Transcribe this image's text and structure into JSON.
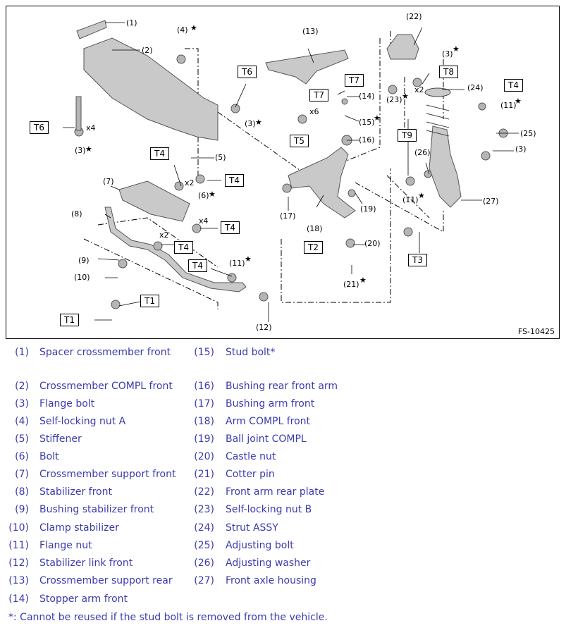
{
  "figure_id": "FS-10425",
  "callouts": {
    "c1": "(1)",
    "c2": "(2)",
    "c3a": "(3)",
    "c3b": "(3)",
    "c3c": "(3)",
    "c3d": "(3)",
    "c4": "(4)",
    "c5": "(5)",
    "c6": "(6)",
    "c7": "(7)",
    "c8": "(8)",
    "c9": "(9)",
    "c10": "(10)",
    "c11a": "(11)",
    "c11b": "(11)",
    "c11c": "(11)",
    "c12": "(12)",
    "c13": "(13)",
    "c14": "(14)",
    "c15": "(15)",
    "c16": "(16)",
    "c17": "(17)",
    "c18": "(18)",
    "c19": "(19)",
    "c20": "(20)",
    "c21": "(21)",
    "c22": "(22)",
    "c23": "(23)",
    "c24": "(24)",
    "c25": "(25)",
    "c26": "(26)",
    "c27": "(27)",
    "x4a": "x4",
    "x2a": "x2",
    "x4b": "x4",
    "x2b": "x2",
    "x6": "x6",
    "x2c": "x2"
  },
  "torque_tags": {
    "t6a": "T6",
    "t6b": "T6",
    "t4a": "T4",
    "t4b": "T4",
    "t4c": "T4",
    "t4d": "T4",
    "t4e": "T4",
    "t4f": "T4",
    "t1a": "T1",
    "t1b": "T1",
    "t5": "T5",
    "t7a": "T7",
    "t7b": "T7",
    "t8": "T8",
    "t9": "T9",
    "t2": "T2",
    "t3": "T3"
  },
  "star": "★",
  "legend_left": [
    {
      "num": "(1)",
      "name": "Spacer crossmember front"
    },
    {
      "num": "(2)",
      "name": "Crossmember COMPL front"
    },
    {
      "num": "(3)",
      "name": "Flange bolt"
    },
    {
      "num": "(4)",
      "name": "Self-locking nut A"
    },
    {
      "num": "(5)",
      "name": "Stiffener"
    },
    {
      "num": "(6)",
      "name": "Bolt"
    },
    {
      "num": "(7)",
      "name": "Crossmember support front"
    },
    {
      "num": "(8)",
      "name": "Stabilizer front"
    },
    {
      "num": "(9)",
      "name": "Bushing stabilizer front"
    },
    {
      "num": "(10)",
      "name": "Clamp stabilizer"
    },
    {
      "num": "(11)",
      "name": "Flange nut"
    },
    {
      "num": "(12)",
      "name": "Stabilizer link front"
    },
    {
      "num": "(13)",
      "name": "Crossmember support rear"
    },
    {
      "num": "(14)",
      "name": "Stopper arm front"
    }
  ],
  "legend_right": [
    {
      "num": "(15)",
      "name": "Stud bolt*"
    },
    {
      "num": "(16)",
      "name": "Bushing rear front arm"
    },
    {
      "num": "(17)",
      "name": "Bushing arm front"
    },
    {
      "num": "(18)",
      "name": "Arm COMPL front"
    },
    {
      "num": "(19)",
      "name": "Ball joint COMPL"
    },
    {
      "num": "(20)",
      "name": "Castle nut"
    },
    {
      "num": "(21)",
      "name": "Cotter pin"
    },
    {
      "num": "(22)",
      "name": "Front arm rear plate"
    },
    {
      "num": "(23)",
      "name": "Self-locking nut B"
    },
    {
      "num": "(24)",
      "name": "Strut ASSY"
    },
    {
      "num": "(25)",
      "name": "Adjusting bolt"
    },
    {
      "num": "(26)",
      "name": "Adjusting washer"
    },
    {
      "num": "(27)",
      "name": "Front axle housing"
    }
  ],
  "footnote": "*: Cannot be reused if the stud bolt is removed from the vehicle.",
  "colors": {
    "legend_text": "#3b3bb0",
    "part_fill": "#c9c9c9",
    "part_stroke": "#555555"
  }
}
